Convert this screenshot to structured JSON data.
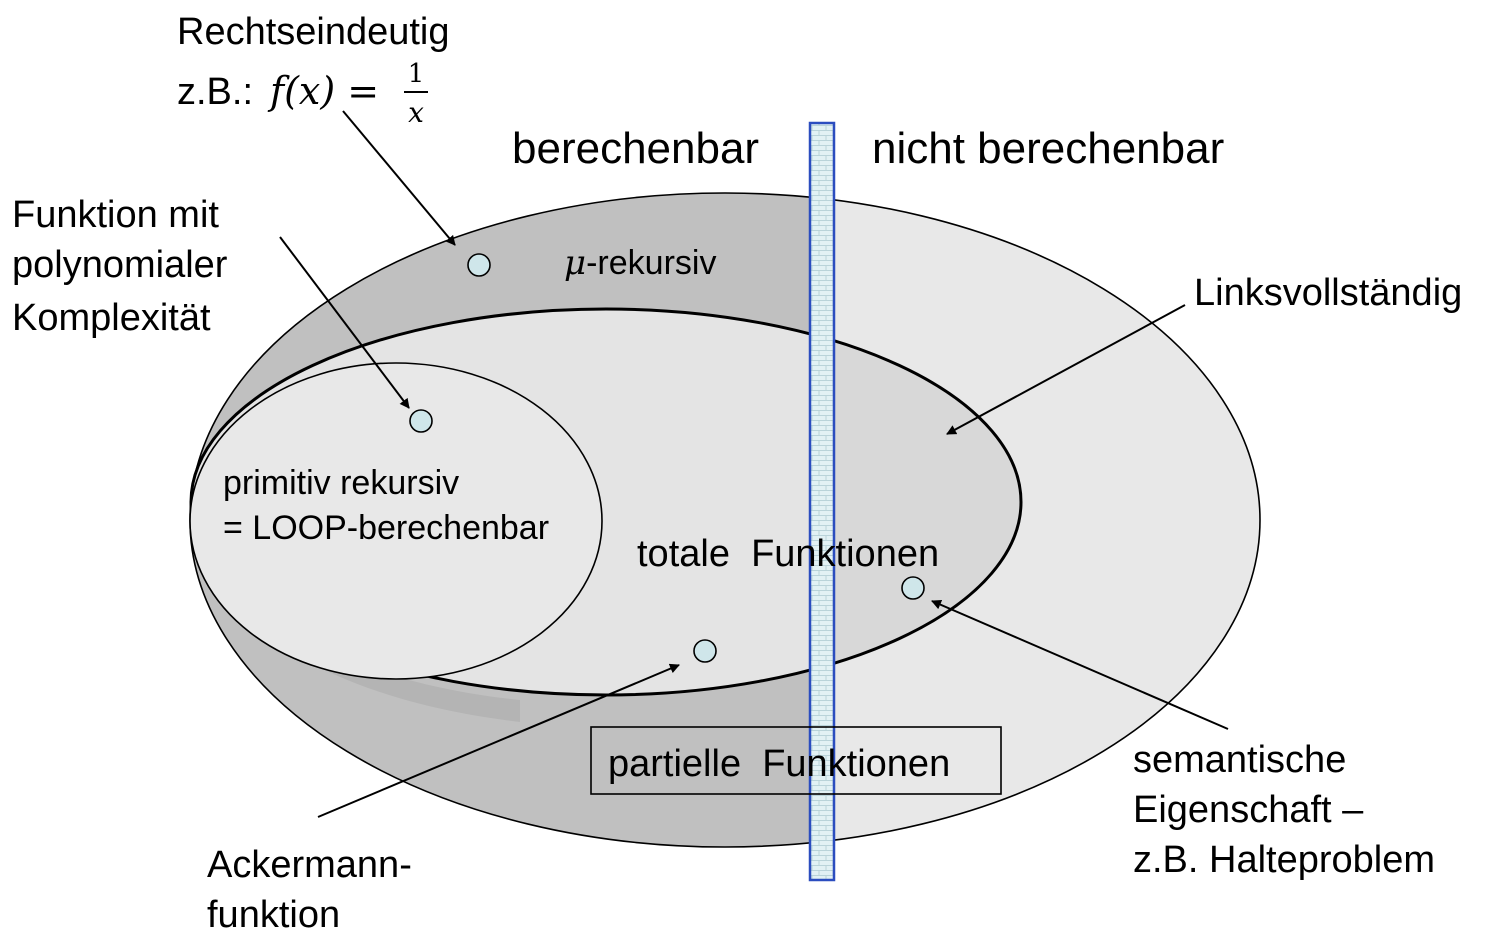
{
  "labels": {
    "rechtseindeutig": "Rechtseindeutig",
    "example_prefix": "z.B.:",
    "example_formula_lhs": "f(x) =",
    "example_numerator": "1",
    "example_denominator": "x",
    "berechenbar": "berechenbar",
    "nicht_berechenbar": "nicht berechenbar",
    "polynomial": [
      "Funktion mit",
      "polynomialer",
      "Komplexität"
    ],
    "mu_symbol": "μ",
    "mu_rekursiv": "-rekursiv",
    "linksvollstaendig": "Linksvollständig",
    "primitiv": [
      "primitiv rekursiv",
      "= LOOP-berechenbar"
    ],
    "totale": "totale  Funktionen",
    "partielle": "partielle  Funktionen",
    "semantisch": [
      "semantische",
      "Eigenschaft –",
      "z.B. Halteproblem"
    ],
    "ackermann": [
      "Ackermann-",
      "funktion"
    ]
  },
  "colors": {
    "outer_left": "#c0c0c0",
    "outer_right": "#e8e8e8",
    "inner_left": "#e4e4e4",
    "inner_right": "#d8d8d8",
    "primitive": "#e8e8e8",
    "wall_fill": "#e0f0f4",
    "wall_border": "#2b4dbf",
    "dot_fill": "#cfe6ea",
    "stroke": "#000000"
  }
}
